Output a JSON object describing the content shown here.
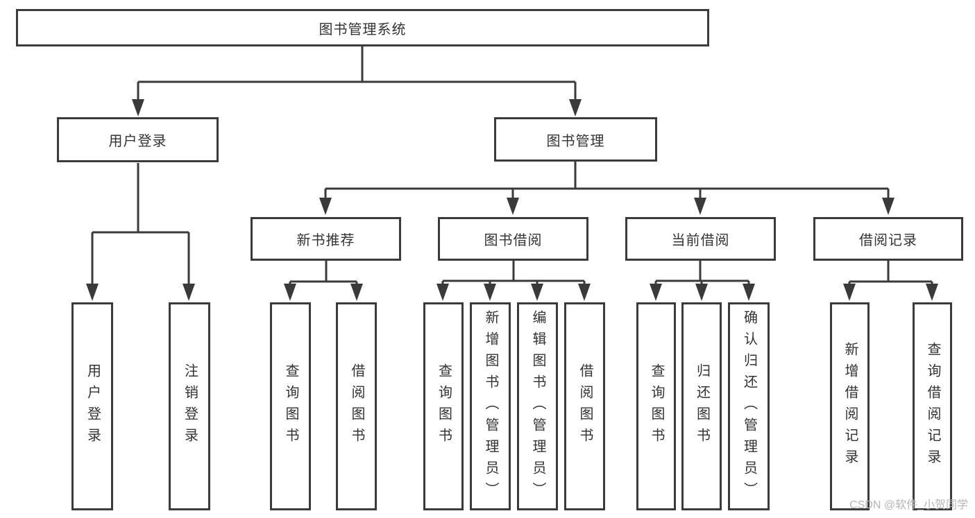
{
  "diagram": {
    "type": "tree",
    "style": {
      "line_color": "#3a3a3a",
      "box_border_color": "#3a3a3a",
      "box_fill_color": "#ffffff",
      "text_color": "#333333",
      "background": "#ffffff"
    },
    "tree": {
      "label": "图书管理系统",
      "children": [
        {
          "label": "用户登录",
          "children": [
            {
              "label": "用户登录"
            },
            {
              "label": "注销登录"
            }
          ]
        },
        {
          "label": "图书管理",
          "children": [
            {
              "label": "新书推荐",
              "children": [
                {
                  "label": "查询图书"
                },
                {
                  "label": "借阅图书"
                }
              ]
            },
            {
              "label": "图书借阅",
              "children": [
                {
                  "label": "查询图书"
                },
                {
                  "label": "新增图书（管理员）"
                },
                {
                  "label": "编辑图书（管理员）"
                },
                {
                  "label": "借阅图书"
                }
              ]
            },
            {
              "label": "当前借阅",
              "children": [
                {
                  "label": "查询图书"
                },
                {
                  "label": "归还图书"
                },
                {
                  "label": "确认归还（管理员）"
                }
              ]
            },
            {
              "label": "借阅记录",
              "children": [
                {
                  "label": "新增借阅记录"
                },
                {
                  "label": "查询借阅记录"
                }
              ]
            }
          ]
        }
      ]
    }
  },
  "watermark": {
    "text": "CSDN @软件_小贺同学",
    "color": "#b5b5b5"
  }
}
